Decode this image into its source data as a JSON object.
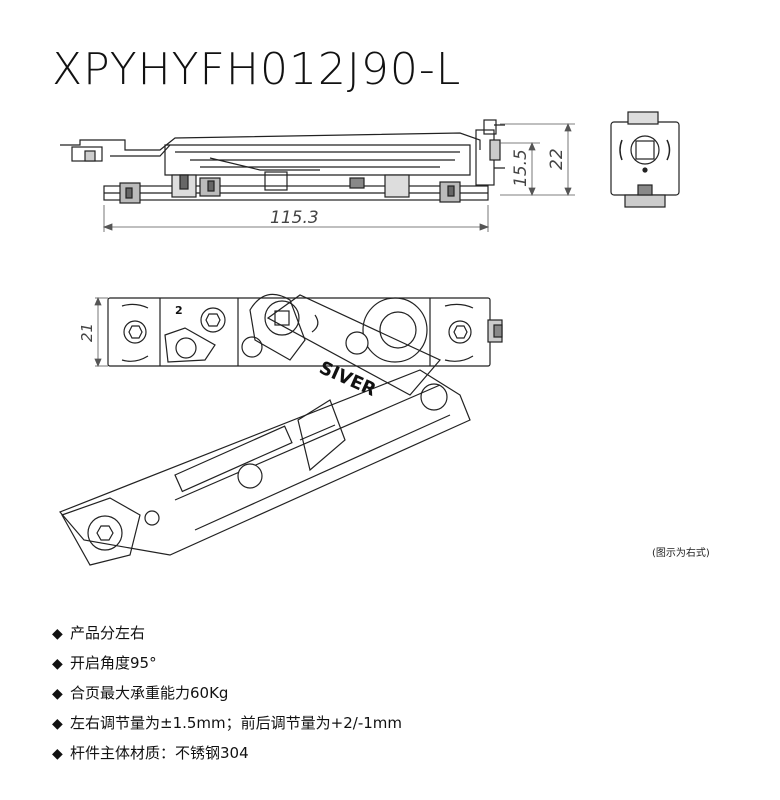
{
  "title": "XPYHYFH012J90-L",
  "dimensions": {
    "length": "115.3",
    "height_inner": "15.5",
    "height_outer": "22",
    "width_top_view": "21"
  },
  "brand_mark": "SIVER",
  "plate_number": "2",
  "caption": "(图示为右式)",
  "bullet_glyph": "◆",
  "specs": [
    "产品分左右",
    "开启角度95°",
    "合页最大承重能力60Kg",
    "左右调节量为±1.5mm；前后调节量为+2/-1mm",
    "杆件主体材质：不锈钢304"
  ],
  "colors": {
    "line": "#222222",
    "dim": "#555555",
    "text": "#111111"
  }
}
